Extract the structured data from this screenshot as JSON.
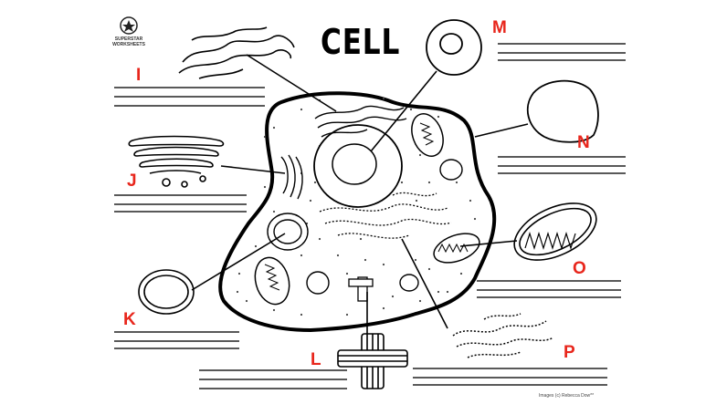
{
  "title": "CELL",
  "brand": {
    "line1": "SUPERSTAR",
    "line2": "WORKSHEETS"
  },
  "credit": "Images (c) Rebecca Dow**",
  "labels": [
    "I",
    "J",
    "K",
    "L",
    "M",
    "N",
    "O",
    "P"
  ],
  "colors": {
    "label": "#e8261c",
    "ink": "#000000",
    "rule": "#222222"
  }
}
